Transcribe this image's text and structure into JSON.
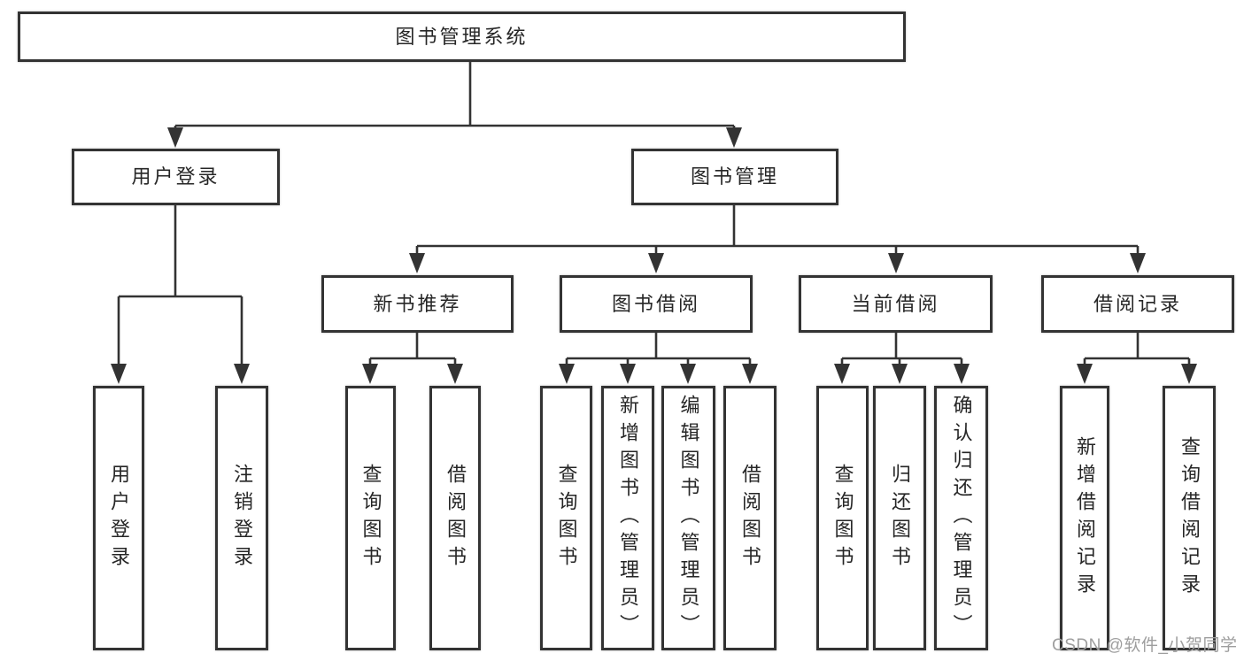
{
  "tree": {
    "root": "图书管理系统",
    "branches": [
      {
        "label": "用户登录",
        "children": [
          "用户登录",
          "注销登录"
        ]
      },
      {
        "label": "图书管理",
        "children": [
          {
            "label": "新书推荐",
            "children": [
              "查询图书",
              "借阅图书"
            ]
          },
          {
            "label": "图书借阅",
            "children": [
              "查询图书",
              "新增图书（管理员）",
              "编辑图书（管理员）",
              "借阅图书"
            ]
          },
          {
            "label": "当前借阅",
            "children": [
              "查询图书",
              "归还图书",
              "确认归还（管理员）"
            ]
          },
          {
            "label": "借阅记录",
            "children": [
              "新增借阅记录",
              "查询借阅记录"
            ]
          }
        ]
      }
    ]
  },
  "watermark": {
    "text": "CSDN @软件_小贺同学"
  },
  "colors": {
    "line": "#333333",
    "text": "#262626",
    "watermark": "#9e9e9e",
    "background": "#ffffff"
  }
}
